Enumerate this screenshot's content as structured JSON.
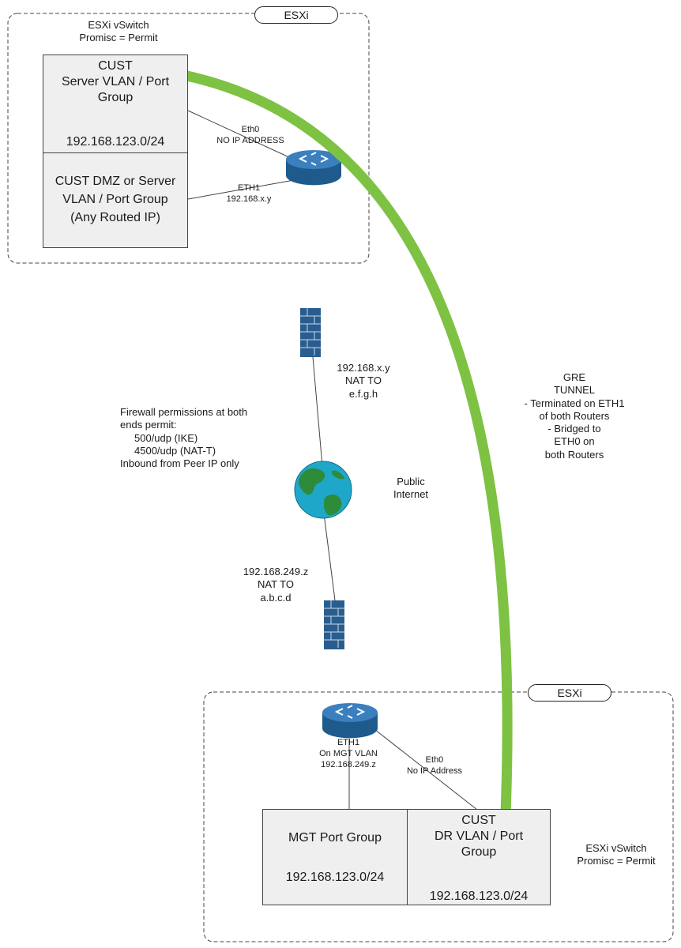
{
  "top_host": {
    "esxi_label": "ESXi",
    "vswitch_label": "ESXi vSwitch",
    "promisc_label": "Promisc = Permit",
    "server_vlan": {
      "line1": "CUST",
      "line2": "Server VLAN / Port",
      "line3": "Group",
      "subnet": "192.168.123.0/24"
    },
    "dmz_vlan": {
      "line1": "CUST DMZ or Server",
      "line2": "VLAN / Port Group",
      "line3": "(Any Routed IP)"
    },
    "eth0": {
      "name": "Eth0",
      "ip": "NO IP ADDRESS"
    },
    "eth1": {
      "name": "ETH1",
      "ip": "192.168.x.y"
    }
  },
  "internet": {
    "top_nat": {
      "line1": "192.168.x.y",
      "line2": "NAT TO",
      "line3": "e.f.g.h"
    },
    "bottom_nat": {
      "line1": "192.168.249.z",
      "line2": "NAT TO",
      "line3": "a.b.c.d"
    },
    "label_line1": "Public",
    "label_line2": "Internet",
    "firewall_notes": {
      "line1": "Firewall permissions at both",
      "line2": "ends permit:",
      "line3": "500/udp (IKE)",
      "line4": "4500/udp (NAT-T)",
      "line5": "Inbound from Peer IP only"
    }
  },
  "tunnel": {
    "line1": "GRE",
    "line2": "TUNNEL",
    "line3": "- Terminated on ETH1",
    "line4": "of both Routers",
    "line5": "- Bridged to",
    "line6": "ETH0 on",
    "line7": "both Routers",
    "color": "#7dc242"
  },
  "bottom_host": {
    "esxi_label": "ESXi",
    "eth1": {
      "name": "ETH1",
      "vlan": "On MGT VLAN",
      "ip": "192.168.249.z"
    },
    "eth0": {
      "name": "Eth0",
      "ip": "No IP Address"
    },
    "mgt_group": {
      "line1": "MGT Port Group",
      "subnet": "192.168.123.0/24"
    },
    "dr_vlan": {
      "line1": "CUST",
      "line2": "DR VLAN / Port",
      "line3": "Group",
      "subnet": "192.168.123.0/24"
    },
    "vswitch_label": "ESXi vSwitch",
    "promisc_label": "Promisc = Permit"
  },
  "colors": {
    "router_body": "#1e5a8c",
    "router_top": "#3b7fbf",
    "firewall": "#2a5d8f",
    "globe_water": "#1fa7c9",
    "globe_land": "#2e8b3a"
  }
}
